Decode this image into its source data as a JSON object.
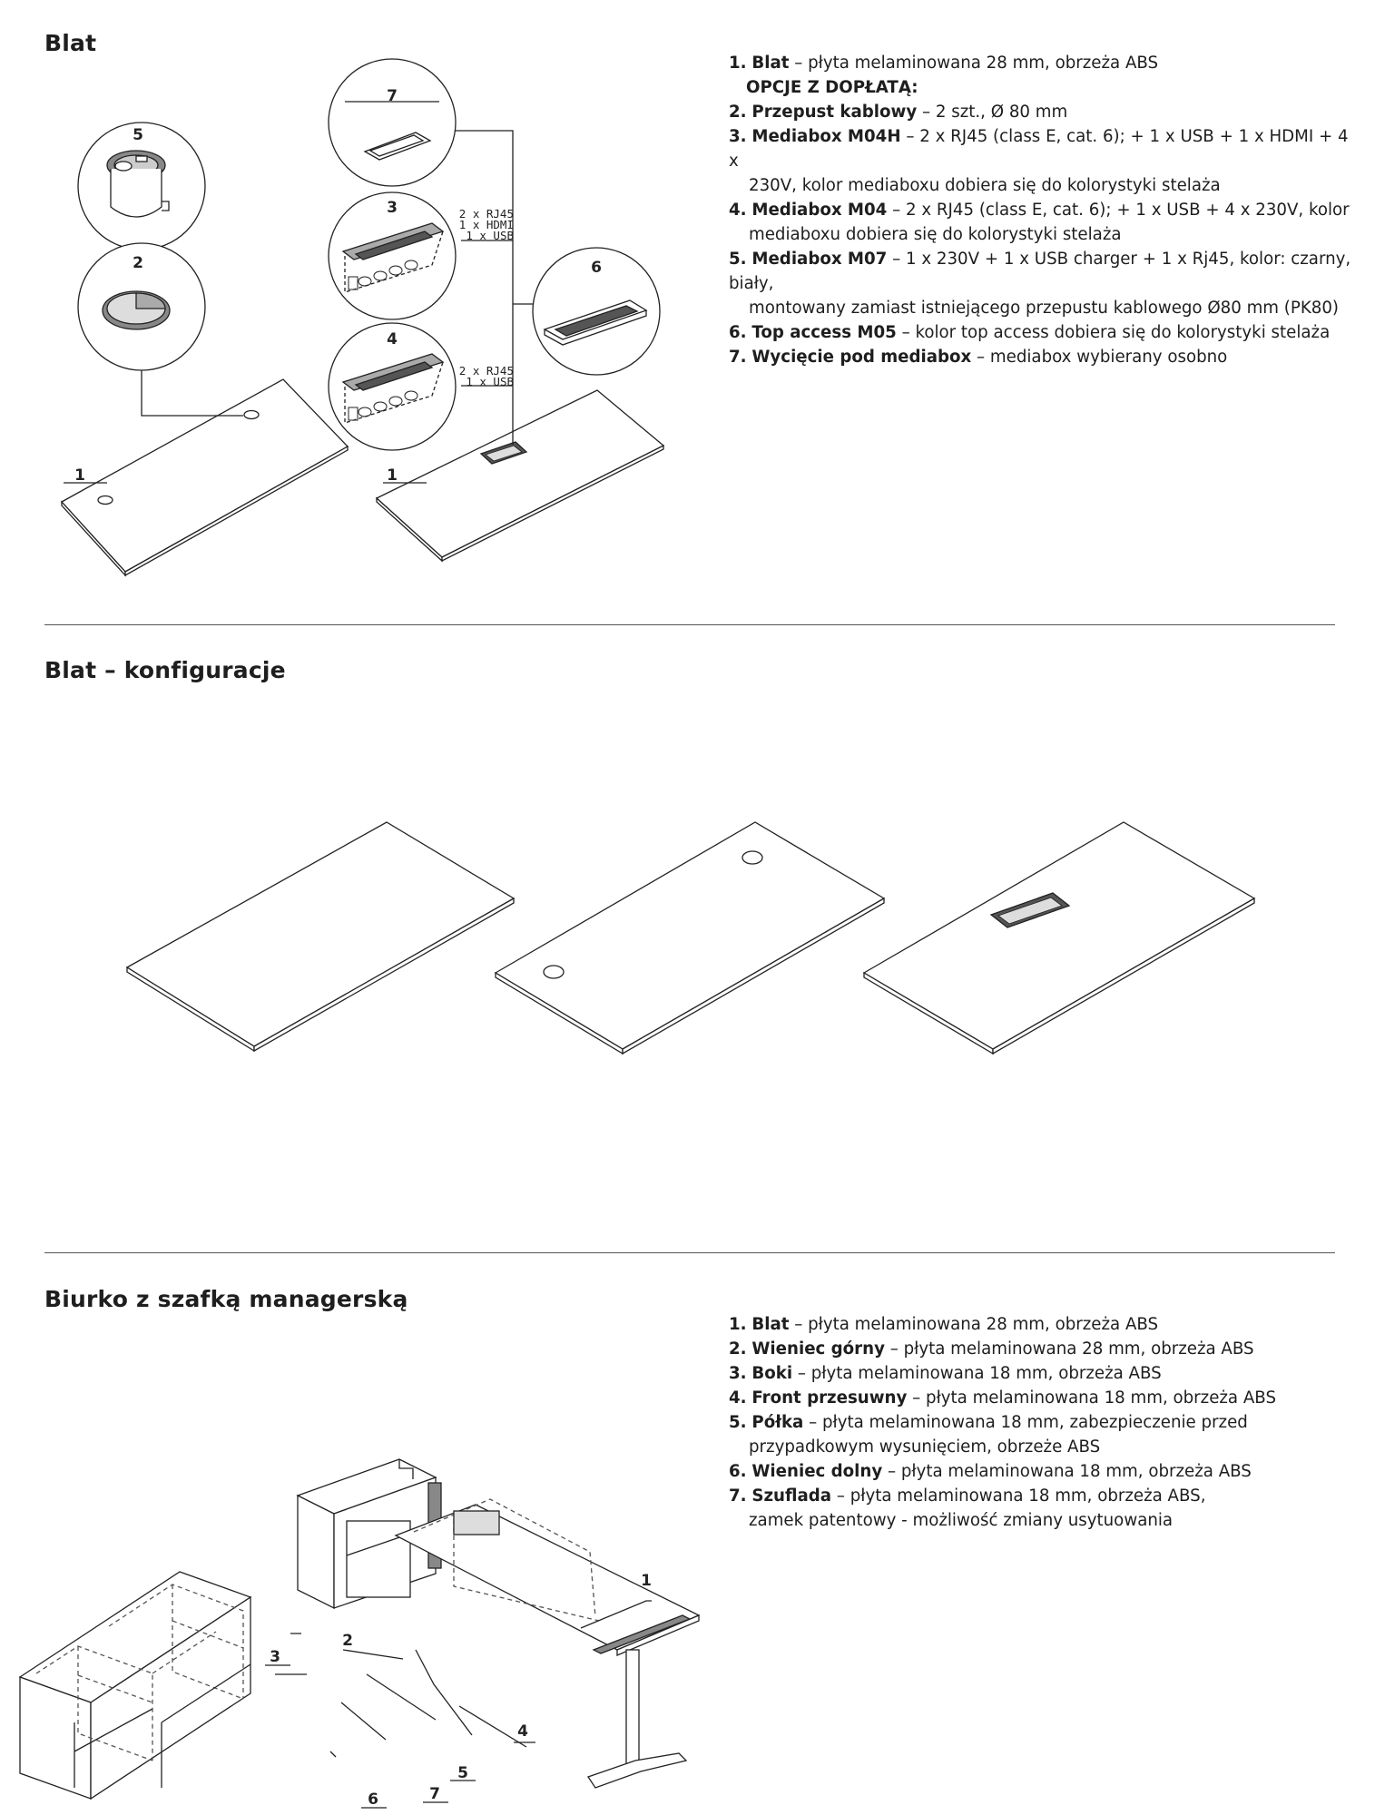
{
  "sections": {
    "blat": {
      "title": "Blat",
      "items": [
        {
          "num": "1.",
          "name": "Blat",
          "sep": " – ",
          "desc": "płyta melaminowana 28 mm, obrzeża ABS"
        },
        {
          "num": "2.",
          "name": "Przepust kablowy",
          "sep": " – ",
          "desc": "2 szt., Ø 80 mm"
        },
        {
          "num": "3.",
          "name": "Mediabox M04H",
          "sep": " – ",
          "desc": "2 x RJ45 (class E, cat. 6); + 1 x USB + 1 x HDMI + 4 x",
          "desc2": "230V, kolor mediaboxu dobiera się do kolorystyki stelaża"
        },
        {
          "num": "4.",
          "name": "Mediabox M04",
          "sep": " – ",
          "desc": "2 x RJ45 (class E, cat. 6); + 1 x USB + 4 x 230V, kolor",
          "desc2": "mediaboxu dobiera się do kolorystyki stelaża"
        },
        {
          "num": "5.",
          "name": "Mediabox M07",
          "sep": " – ",
          "desc": "1 x 230V + 1 x USB charger + 1 x Rj45, kolor: czarny, biały,",
          "desc2": "montowany zamiast istniejącego przepustu kablowego Ø80 mm (PK80)"
        },
        {
          "num": "6.",
          "name": "Top access M05",
          "sep": " – ",
          "desc": "kolor top access dobiera się do kolorystyki stelaża"
        },
        {
          "num": "7.",
          "name": "Wycięcie pod mediabox",
          "sep": " – ",
          "desc": "mediabox wybierany osobno"
        }
      ],
      "options_label": "OPCJE Z DOPŁATĄ:",
      "diagram": {
        "labels": [
          "1",
          "1",
          "2",
          "3",
          "4",
          "5",
          "6",
          "7"
        ],
        "port_labels_3": [
          "2 x RJ45",
          "1 x HDMI",
          "1 x USB"
        ],
        "port_labels_4": [
          "2 x RJ45",
          "1 x USB"
        ]
      }
    },
    "config": {
      "title": "Blat – konfiguracje"
    },
    "biurko": {
      "title": "Biurko z szafką managerską",
      "items": [
        {
          "num": "1.",
          "name": "Blat",
          "sep": " – ",
          "desc": "płyta melaminowana 28 mm, obrzeża ABS"
        },
        {
          "num": "2.",
          "name": "Wieniec górny",
          "sep": " – ",
          "desc": "płyta melaminowana 28 mm, obrzeża ABS"
        },
        {
          "num": "3.",
          "name": "Boki",
          "sep": " – ",
          "desc": "płyta melaminowana 18 mm, obrzeża ABS"
        },
        {
          "num": "4.",
          "name": "Front przesuwny",
          "sep": " – ",
          "desc": "płyta melaminowana 18 mm, obrzeża ABS"
        },
        {
          "num": "5.",
          "name": "Półka",
          "sep": " – ",
          "desc": "płyta melaminowana 18 mm, zabezpieczenie przed",
          "desc2": "przypadkowym wysunięciem, obrzeże ABS"
        },
        {
          "num": "6.",
          "name": "Wieniec dolny",
          "sep": " – ",
          "desc": "płyta melaminowana 18 mm, obrzeża ABS"
        },
        {
          "num": "7.",
          "name": "Szuflada",
          "sep": " – ",
          "desc": "płyta melaminowana 18 mm, obrzeża ABS,",
          "desc2": "zamek patentowy - możliwość zmiany usytuowania"
        }
      ],
      "diagram": {
        "labels": [
          "1",
          "2",
          "3",
          "4",
          "5",
          "6",
          "7"
        ]
      }
    }
  }
}
